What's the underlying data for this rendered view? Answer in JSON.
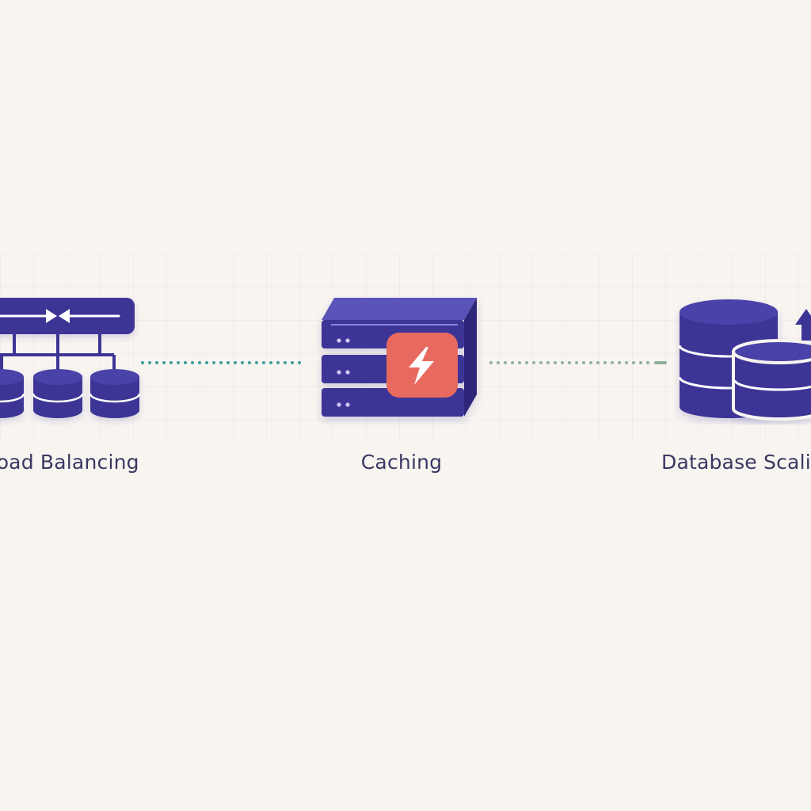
{
  "nodes": [
    {
      "id": "load-balancing",
      "label": "Load Balancing",
      "icon": "load-balancer-icon"
    },
    {
      "id": "caching",
      "label": "Caching",
      "icon": "cache-server-icon"
    },
    {
      "id": "database-scaling",
      "label": "Database Scaling",
      "icon": "database-scaling-icon"
    }
  ],
  "connectors": [
    {
      "from": "load-balancing",
      "to": "caching",
      "style": "dotted",
      "color": "#3f9e98"
    },
    {
      "from": "caching",
      "to": "database-scaling",
      "style": "dotted",
      "color": "#8fb09a"
    }
  ],
  "colors": {
    "background": "#f8f4f0",
    "primary": "#3d3596",
    "primary_light": "#5a52b8",
    "accent": "#e8695f",
    "text": "#3a3862"
  }
}
